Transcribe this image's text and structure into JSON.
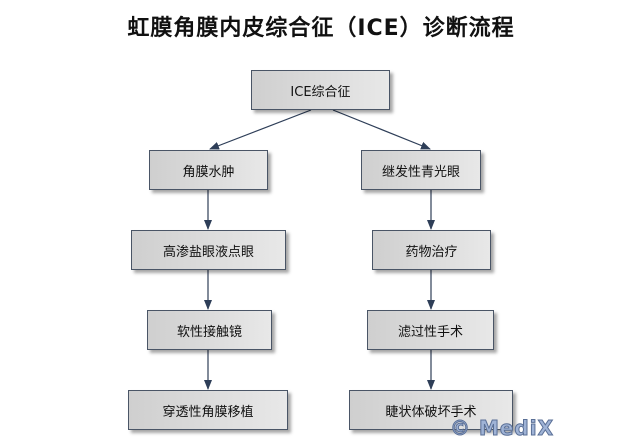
{
  "title": "虹膜角膜内皮综合征（ICE）诊断流程",
  "root": "ICE综合征",
  "left": [
    "角膜水肿",
    "高渗盐眼液点眼",
    "软性接触镜",
    "穿透性角膜移植"
  ],
  "right": [
    "继发性青光眼",
    "药物治疗",
    "滤过性手术",
    "睫状体破坏手术"
  ],
  "watermark": "© MediX"
}
